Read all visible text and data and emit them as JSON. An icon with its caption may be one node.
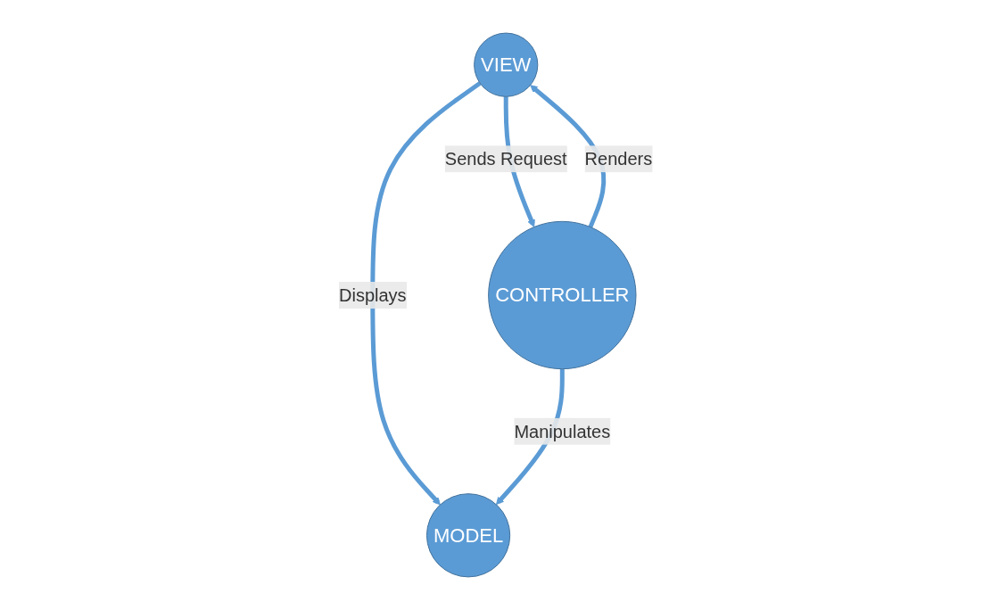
{
  "diagram": {
    "nodes": [
      {
        "text": [
          "VIEW"
        ]
      },
      {
        "text": [
          "MODEL"
        ]
      },
      {
        "text": [
          "CONTROLLER"
        ]
      }
    ],
    "edges": [
      {
        "from": 0,
        "to": 1,
        "arrow": "to",
        "label": "Displays"
      },
      {
        "from": 0,
        "to": 2,
        "arrow": "to",
        "label": "Sends Request"
      },
      {
        "from": 2,
        "to": 0,
        "arrow": "to",
        "label": "Renders"
      },
      {
        "from": 2,
        "to": 1,
        "arrow": "to",
        "label": "Manipulates"
      }
    ]
  }
}
